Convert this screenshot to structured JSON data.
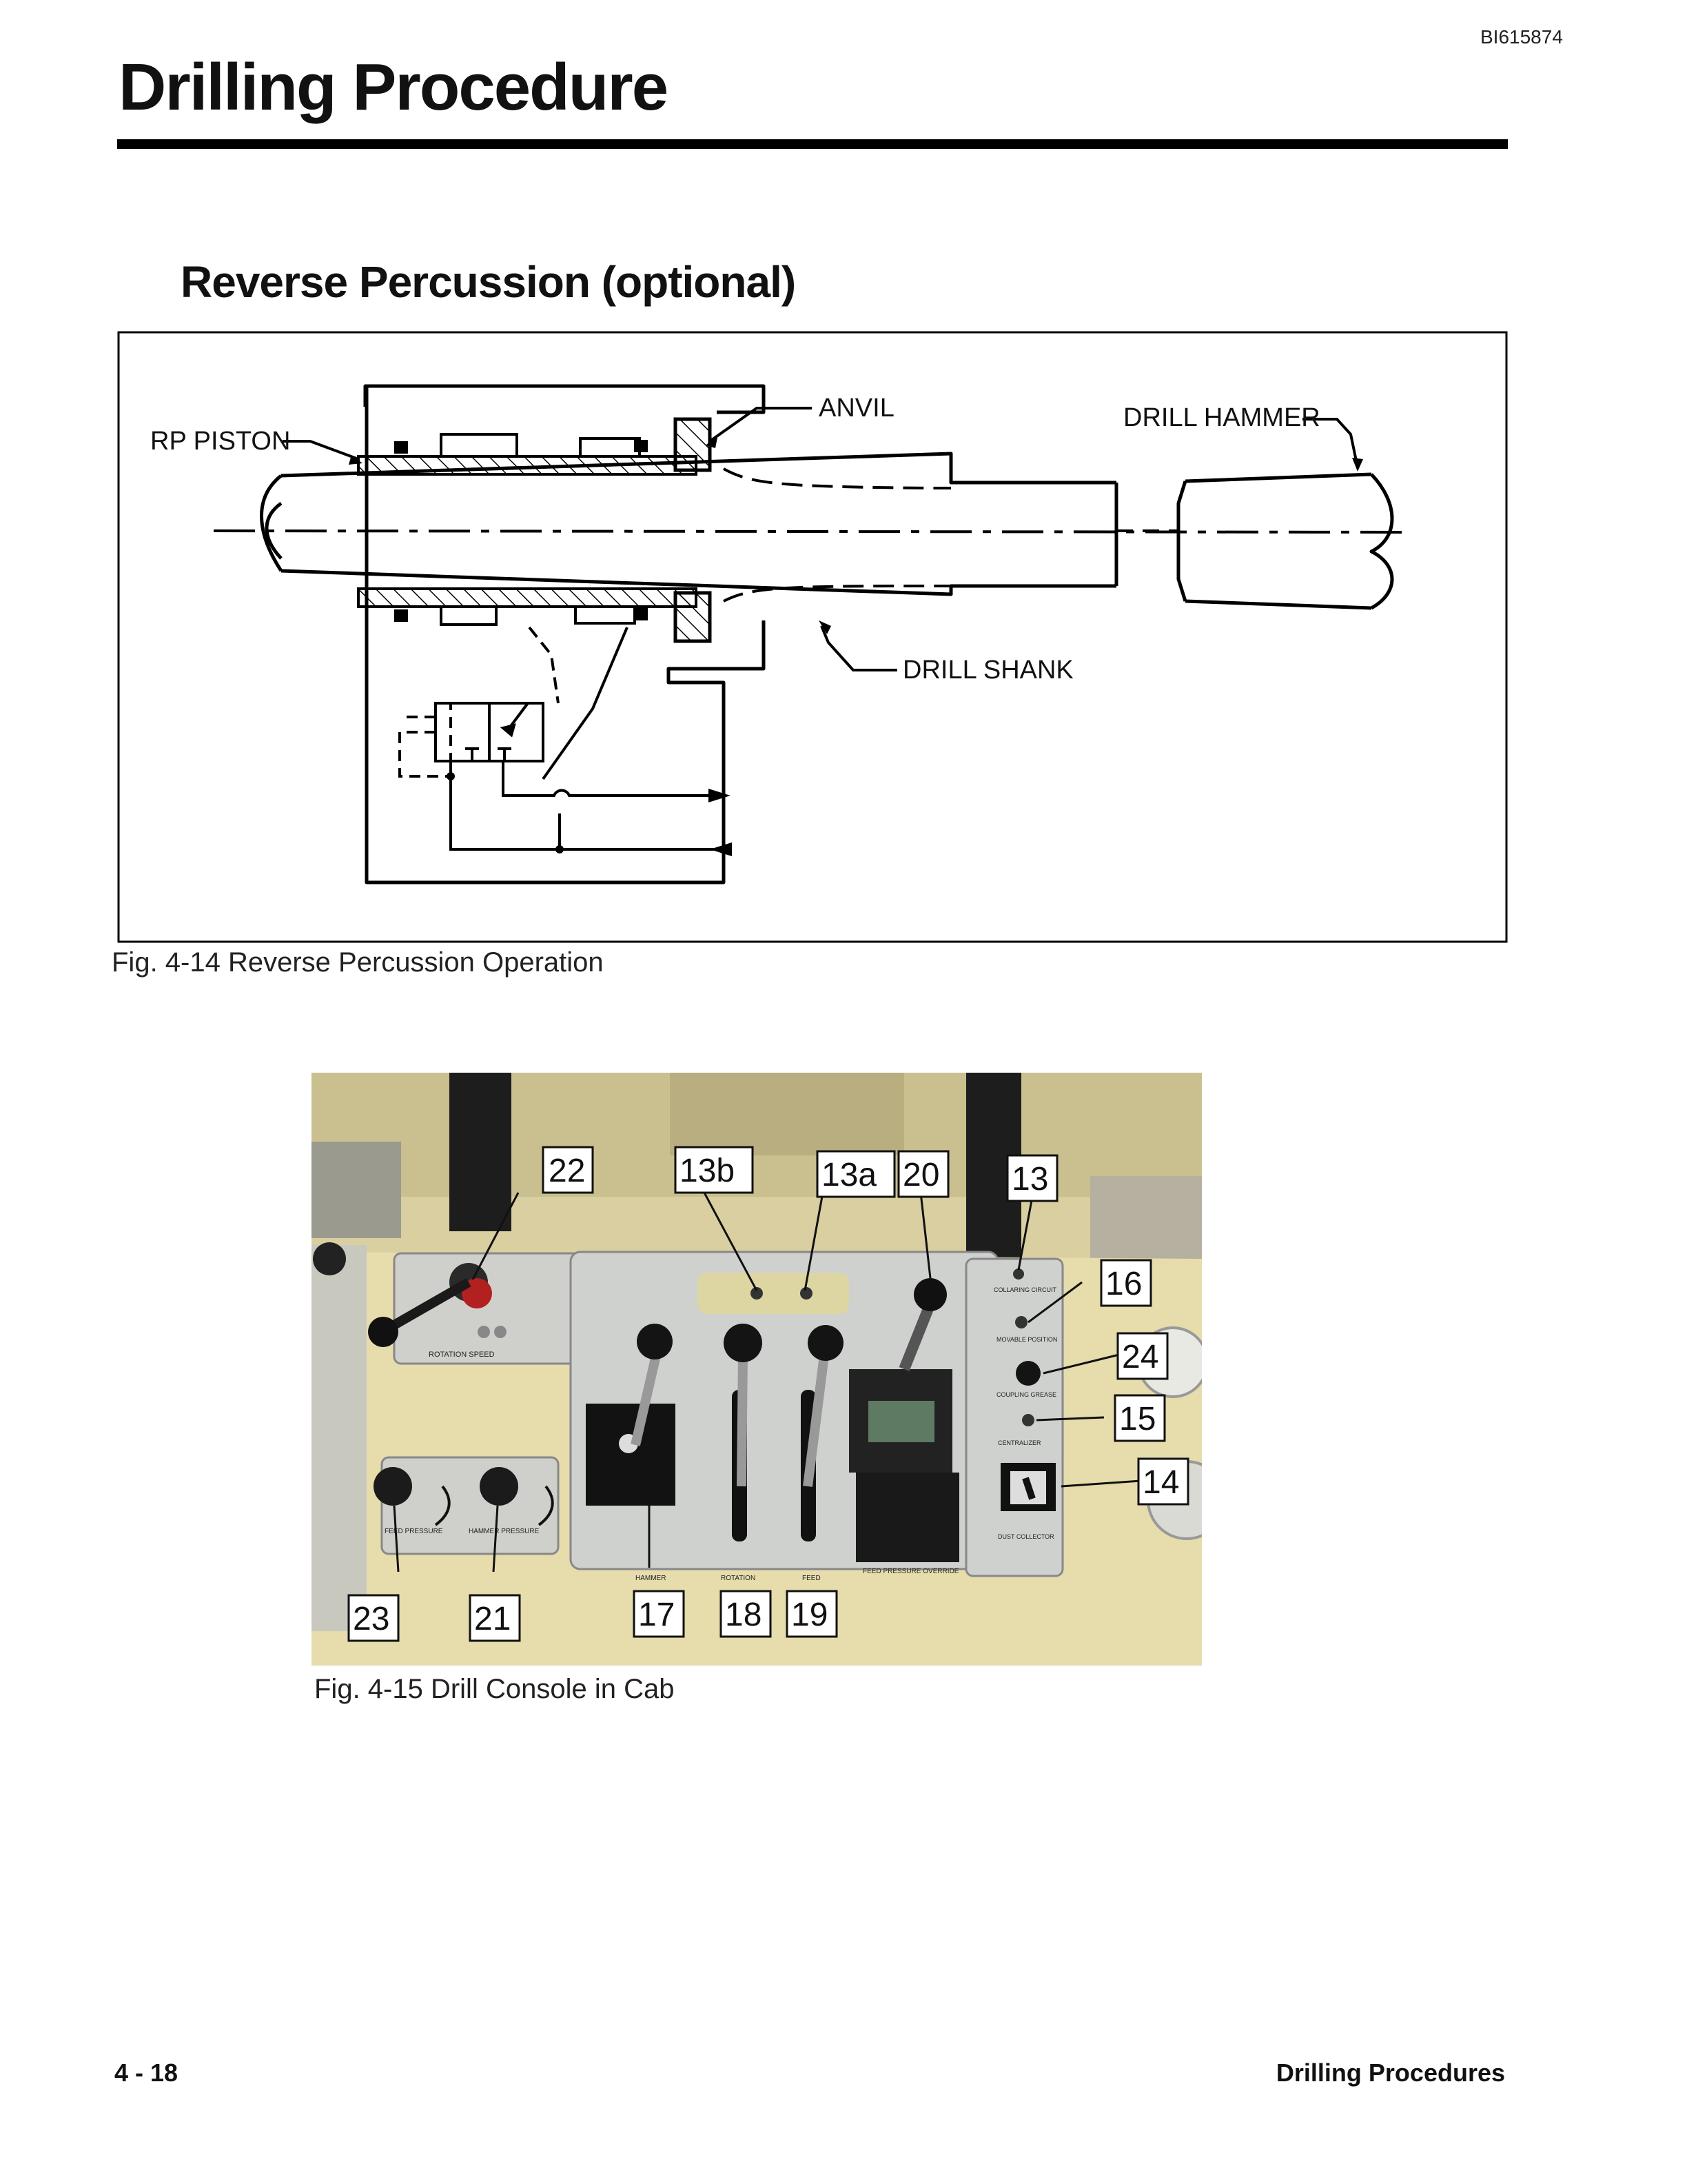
{
  "doc_id": "BI615874",
  "title": "Drilling Procedure",
  "section_title": "Reverse Percussion (optional)",
  "figure1": {
    "labels": {
      "rp_piston": "RP PISTON",
      "anvil": "ANVIL",
      "drill_hammer": "DRILL HAMMER",
      "drill_shank": "DRILL SHANK"
    },
    "caption": "Fig. 4-14  Reverse Percussion Operation"
  },
  "figure2": {
    "callouts": {
      "c22": "22",
      "c13b": "13b",
      "c13a": "13a",
      "c20": "20",
      "c13": "13",
      "c16": "16",
      "c24": "24",
      "c15": "15",
      "c14": "14",
      "c23": "23",
      "c21": "21",
      "c17": "17",
      "c18": "18",
      "c19": "19"
    },
    "panel_labels": {
      "rotation_speed": "ROTATION SPEED",
      "collaring_circuit": "COLLARING CIRCUIT",
      "movable": "MOVABLE POSITION",
      "coupling_grease": "COUPLING GREASE",
      "centralizer": "CENTRALIZER",
      "dust_collector": "DUST COLLECTOR",
      "feed_pressure": "FEED PRESSURE",
      "hammer_pressure": "HAMMER PRESSURE",
      "hammer": "HAMMER",
      "rotation": "ROTATION",
      "feed": "FEED",
      "feed_pressure_override": "FEED PRESSURE OVERRIDE"
    },
    "caption": "Fig. 4-15  Drill Console in Cab"
  },
  "footer": {
    "page": "4 - 18",
    "chapter": "Drilling  Procedures"
  }
}
